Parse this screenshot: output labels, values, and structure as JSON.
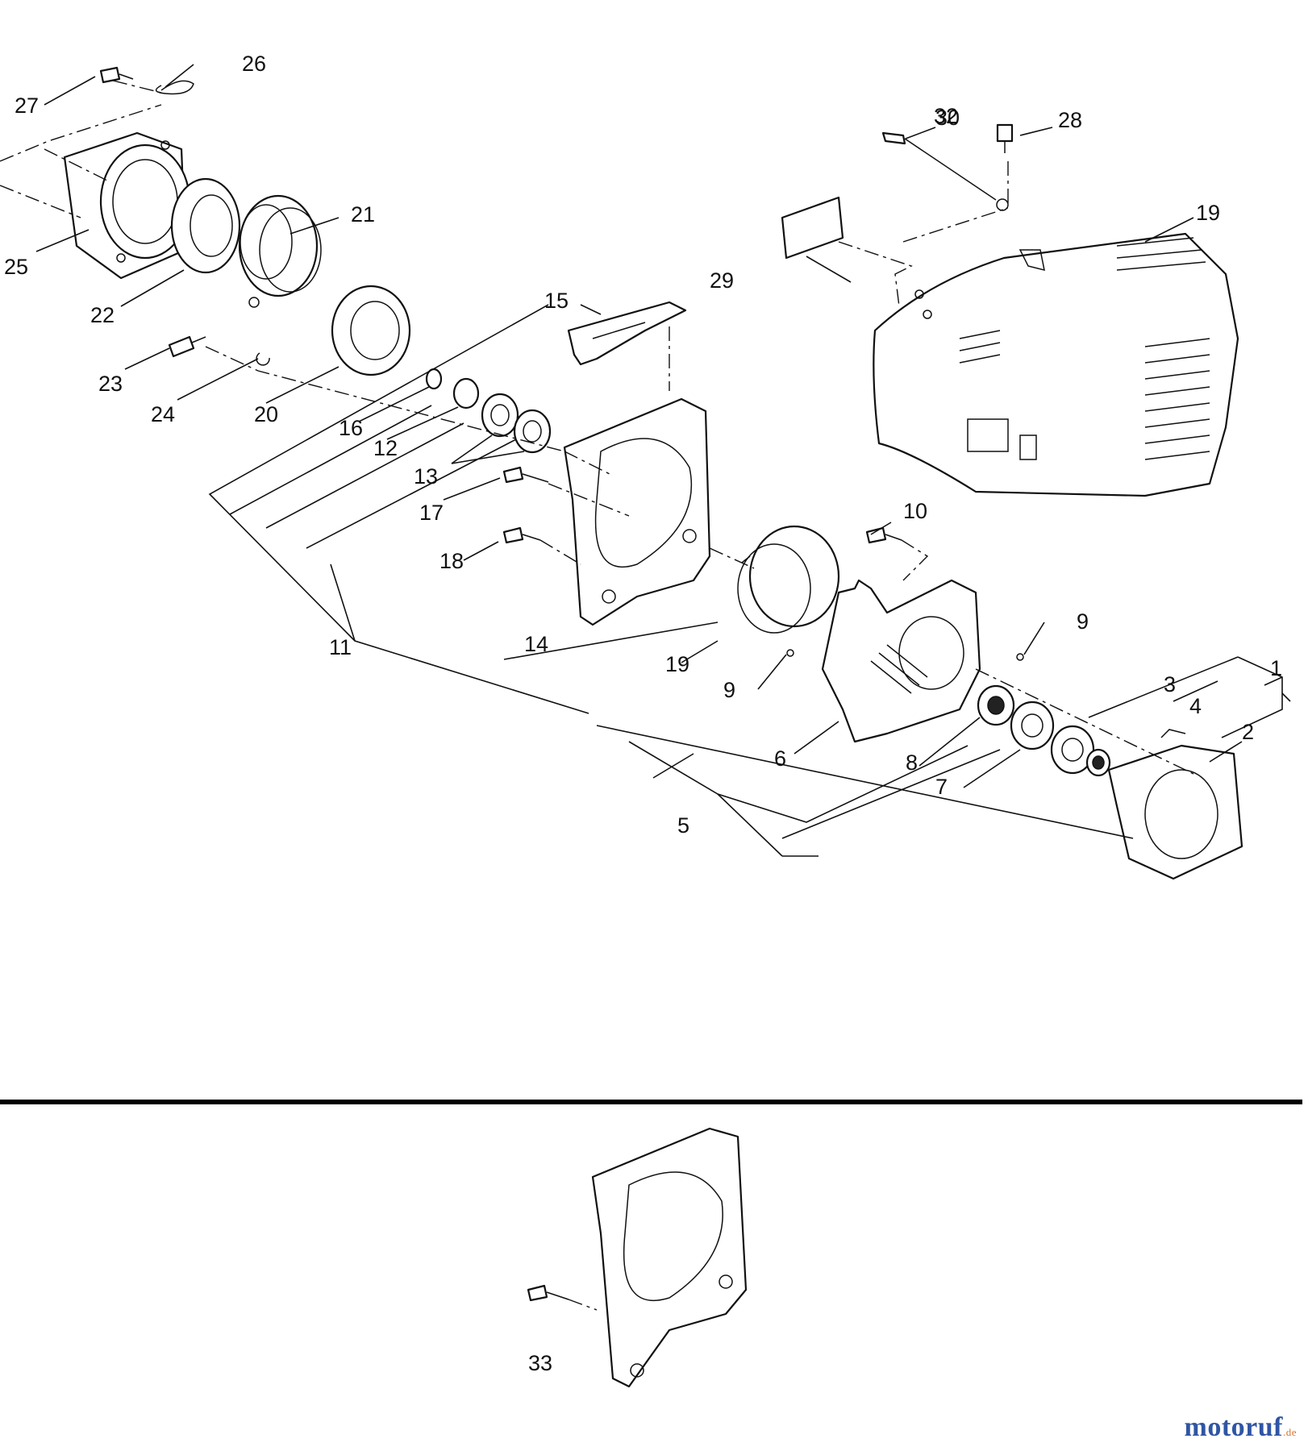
{
  "watermark": {
    "brand": "motoruf",
    "tld": ".de"
  },
  "callouts": [
    "1",
    "2",
    "3",
    "4",
    "5",
    "6",
    "7",
    "8",
    "9",
    "9",
    "10",
    "11",
    "12",
    "13",
    "14",
    "15",
    "16",
    "17",
    "18",
    "19",
    "20",
    "21",
    "22",
    "23",
    "24",
    "25",
    "26",
    "27",
    "28",
    "29",
    "30",
    "32",
    "33"
  ]
}
